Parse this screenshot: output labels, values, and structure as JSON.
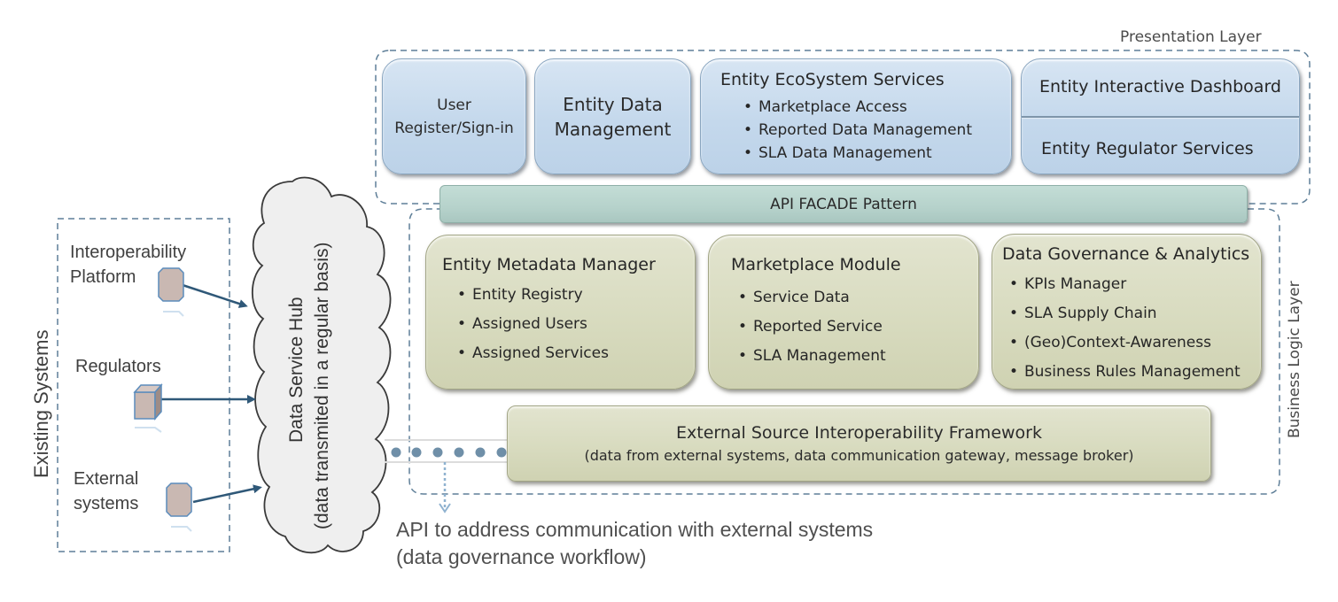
{
  "presentation_layer": {
    "label": "Presentation Layer",
    "boxes": [
      {
        "lines": [
          "User",
          "Register/Sign-in"
        ]
      },
      {
        "lines": [
          "Entity Data",
          "Management"
        ]
      },
      {
        "title": "Entity EcoSystem Services",
        "items": [
          "Marketplace Access",
          "Reported Data Management",
          "SLA Data Management"
        ]
      },
      {
        "top": "Entity Interactive Dashboard",
        "bottom": "Entity Regulator Services"
      }
    ]
  },
  "facade": {
    "label": "API FACADE Pattern"
  },
  "business_logic_layer": {
    "label": "Business Logic Layer",
    "modules": [
      {
        "title": "Entity Metadata Manager",
        "items": [
          "Entity Registry",
          "Assigned Users",
          "Assigned Services"
        ]
      },
      {
        "title": "Marketplace Module",
        "items": [
          "Service Data",
          "Reported Service",
          "SLA Management"
        ]
      },
      {
        "title": "Data Governance & Analytics",
        "items": [
          "KPIs Manager",
          "SLA Supply Chain",
          "(Geo)Context-Awareness",
          "Business Rules Management"
        ]
      }
    ],
    "interop": {
      "title": "External Source Interoperability Framework",
      "subtitle": "(data from external systems, data communication gateway, message broker)"
    }
  },
  "existing_systems": {
    "label": "Existing Systems",
    "systems": [
      {
        "lines": [
          "Interoperability",
          "Platform"
        ],
        "icon": "server-icon"
      },
      {
        "lines": [
          "Regulators"
        ],
        "icon": "cube-icon"
      },
      {
        "lines": [
          "External",
          "systems"
        ],
        "icon": "server-icon"
      }
    ]
  },
  "hub": {
    "title": "Data Service Hub",
    "subtitle": "(data transmited in a regular basis)"
  },
  "api_note": {
    "line1": "API to address communication with external systems",
    "line2": "(data governance workflow)"
  },
  "colors": {
    "dashed_border": "#5f7f98",
    "arrow": "#2f5878",
    "presentation_box": "#c4d8ec",
    "logic_box": "#d8dbbf",
    "facade": "#b6d2cb",
    "cloud": "#efefef"
  }
}
